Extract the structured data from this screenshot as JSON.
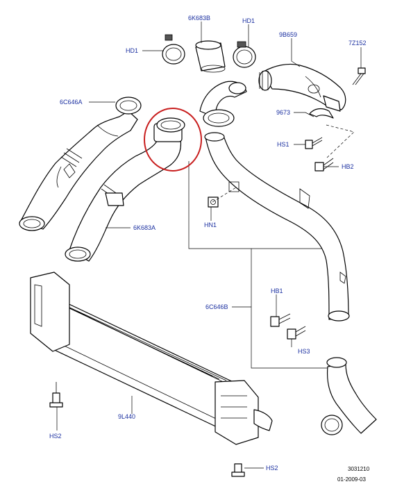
{
  "labels": {
    "hd1_left": "HD1",
    "k683b": "6K683B",
    "hd1_top": "HD1",
    "b659": "9B659",
    "z152": "7Z152",
    "c646a": "6C646A",
    "n9673": "9673",
    "hs1": "HS1",
    "hb2": "HB2",
    "hn1": "HN1",
    "k683a": "6K683A",
    "c646b": "6C646B",
    "hb1": "HB1",
    "hs3": "HS3",
    "l440": "9L440",
    "hs2_left": "HS2",
    "hs2_bottom": "HS2"
  },
  "reference": {
    "drawing_no": "3031210",
    "date": "01-2009-03"
  },
  "colors": {
    "label": "#1a2fa0",
    "highlight": "#c81e1e",
    "line": "#000000"
  }
}
